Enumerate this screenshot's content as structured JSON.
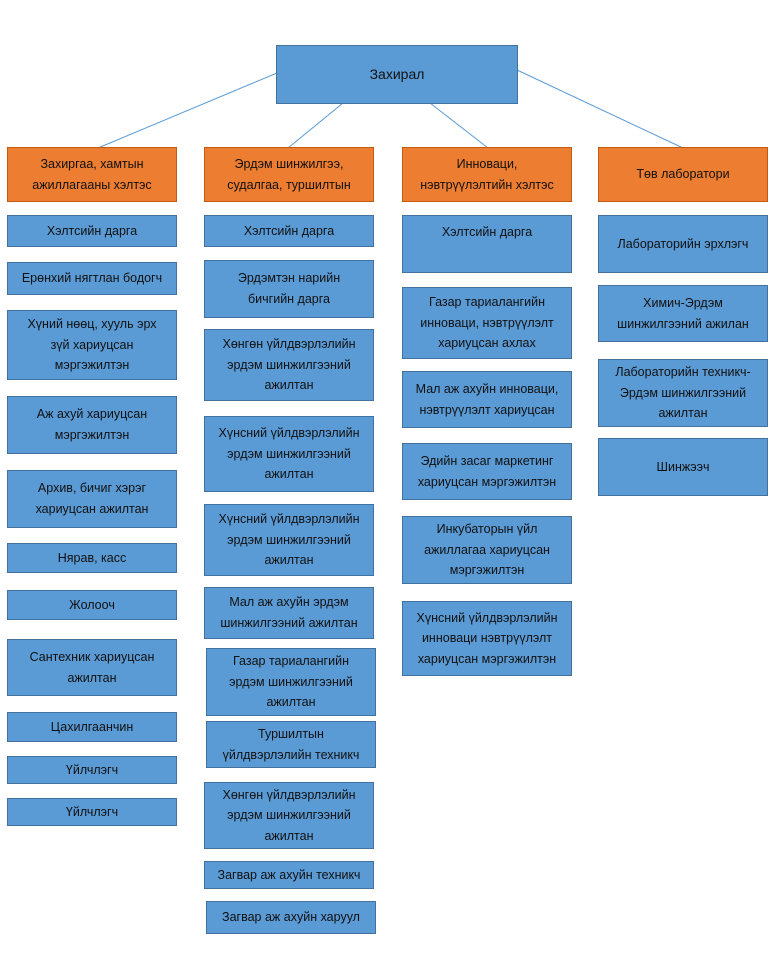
{
  "root": {
    "label": "Захирал"
  },
  "departments": [
    {
      "label": "Захиргаа, хамтын\nажиллагааны хэлтэс",
      "positions": [
        "Хэлтсийн дарга",
        "Ерөнхий нягтлан бодогч",
        "Хүний нөөц, хууль эрх\nзүй хариуцсан\nмэргэжилтэн",
        "Аж ахуй хариуцсан\nмэргэжилтэн",
        "Архив, бичиг хэрэг\nхариуцсан ажилтан",
        "Нярав, касс",
        "Жолооч",
        "Сантехник хариуцсан\nажилтан",
        "Цахилгаанчин",
        "Үйлчлэгч",
        "Үйлчлэгч"
      ]
    },
    {
      "label": "Эрдэм шинжилгээ,\nсудалгаа, туршилтын",
      "positions": [
        "Хэлтсийн дарга",
        "Эрдэмтэн нарийн\nбичгийн дарга",
        "Хөнгөн үйлдвэрлэлийн\nэрдэм шинжилгээний\nажилтан",
        "Хүнсний үйлдвэрлэлийн\nэрдэм шинжилгээний\nажилтан",
        "Хүнсний үйлдвэрлэлийн\nэрдэм шинжилгээний\nажилтан",
        "Мал аж ахуйн эрдэм\nшинжилгээний ажилтан",
        "Газар тариалангийн\nэрдэм шинжилгээний\nажилтан",
        "Туршилтын\nүйлдвэрлэлийн техникч",
        "Хөнгөн үйлдвэрлэлийн\nэрдэм шинжилгээний\nажилтан",
        "Загвар аж ахуйн техникч",
        "Загвар аж ахуйн харуул"
      ]
    },
    {
      "label": "Инноваци,\nнэвтрүүлэлтийн хэлтэс",
      "positions": [
        "Хэлтсийн дарга",
        "Газар тариалангийн\nинноваци, нэвтрүүлэлт\nхариуцсан ахлах",
        "Мал аж ахуйн инноваци,\nнэвтрүүлэлт хариуцсан",
        "Эдийн засаг маркетинг\nхариуцсан мэргэжилтэн",
        "Инкубаторын үйл\nажиллагаа хариуцсан\nмэргэжилтэн",
        "Хүнсний үйлдвэрлэлийн\nинноваци нэвтрүүлэлт\nхариуцсан мэргэжилтэн"
      ]
    },
    {
      "label": "Төв лаборатори",
      "positions": [
        "Лабораторийн эрхлэгч",
        "Химич-Эрдэм\nшинжилгээний ажилан",
        "Лабораторийн техникч-\nЭрдэм шинжилгээний\nажилтан",
        "Шинжээч"
      ]
    }
  ]
}
